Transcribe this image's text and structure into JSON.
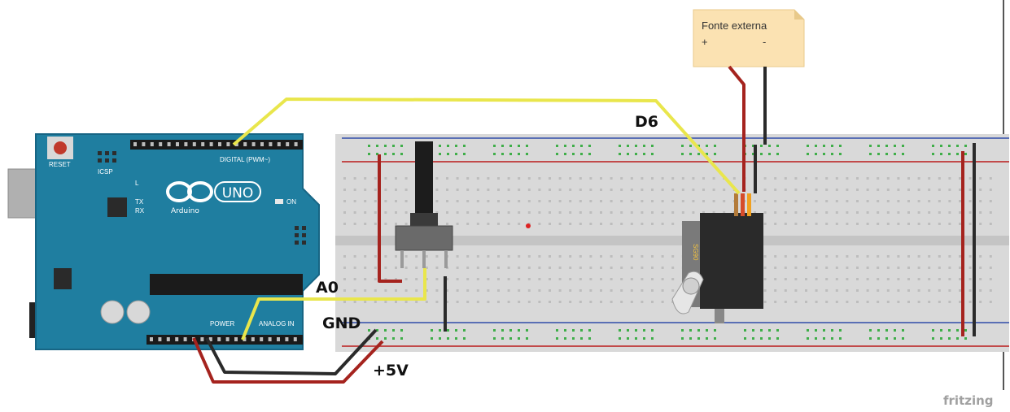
{
  "external_supply": {
    "title": "Fonte externa",
    "plus": "+",
    "minus": "-"
  },
  "labels": {
    "d6": "D6",
    "a0": "A0",
    "gnd": "GND",
    "v5": "+5V"
  },
  "arduino": {
    "logo": "UNO",
    "brand": "Arduino",
    "reset": "RESET",
    "icsp": "ICSP",
    "digital": "DIGITAL (PWM~)",
    "power": "POWER",
    "analog": "ANALOG IN",
    "on": "ON",
    "tx": "TX",
    "rx": "RX",
    "l": "L"
  },
  "servo_text": "SG90",
  "watermark": "fritzing",
  "colors": {
    "wire_yellow": "#e9e64c",
    "wire_red": "#a5231e",
    "wire_black": "#2a2a2a",
    "board": "#1f7ea0",
    "note": "#fbe2b2"
  }
}
